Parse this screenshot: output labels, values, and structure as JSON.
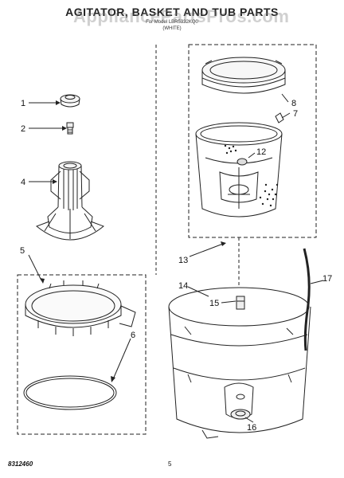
{
  "title": "AGITATOR, BASKET AND TUB PARTS",
  "subtitle_line1": "For Model LBR5332KQ0",
  "subtitle_line2": "(WHITE)",
  "watermark": "AppliancePartsPros.com",
  "footer_code": "8312460",
  "page_number": "5",
  "callouts": [
    "1",
    "2",
    "4",
    "5",
    "6",
    "7",
    "8",
    "12",
    "13",
    "14",
    "15",
    "16",
    "17"
  ],
  "parts": [
    "agitator-cap",
    "agitator-bolt",
    "agitator",
    "seal-ring-assembly",
    "balance-ring",
    "basket-clip",
    "basket-ring",
    "basket-drive-hub",
    "basket",
    "outer-tub",
    "tub-spout",
    "tub-drain-fitting",
    "tub-hose"
  ]
}
